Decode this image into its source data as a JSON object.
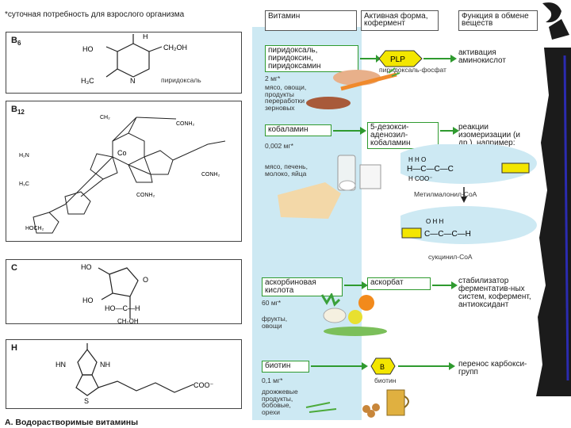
{
  "note": "*суточная потребность для взрослого организма",
  "headers": {
    "vitamin": "Витамин",
    "active_form": "Активная форма, кофермент",
    "function": "Функция в обмене веществ"
  },
  "b6": {
    "name": "B",
    "sub": "6",
    "chem_label": "пиридоксаль",
    "forms": "пиридоксаль, пиридоксин, пиридоксамин",
    "active": "PLP",
    "active_note": "пиридоксаль-фосфат",
    "dose": "2 мг*",
    "sources": "мясо, овощи, продукты переработки зерновых",
    "function": "активация аминокислот"
  },
  "b12": {
    "name": "B",
    "sub": "12",
    "form": "кобаламин",
    "active": "5-дезокси-аденозил-кобаламин",
    "dose": "0,002 мг*",
    "sources": "мясо, печень, молоко, яйца",
    "function": "реакции изомеризации (и др.), например:",
    "substrate": "Метилмалонил-CoA",
    "product": "сукцинил-CoA"
  },
  "c": {
    "name": "C",
    "form": "аскорбиновая кислота",
    "active": "аскорбат",
    "dose": "60 мг*",
    "sources": "фрукты, овощи",
    "function": "стабилизатор ферментатив-ных систем, кофермент, антиоксидант"
  },
  "h": {
    "name": "H",
    "form": "биотин",
    "active": "B",
    "active_note": "биотин",
    "dose": "0,1 мг*",
    "sources": "дрожжевые продукты, бобовые, орехи",
    "function": "перенос карбокси-групп"
  },
  "caption": "А. Водорастворимые витамины",
  "colors": {
    "green": "#2f9a2f",
    "yellow": "#f3e600",
    "blue": "#cde9f3",
    "dark": "#1b1b1b"
  }
}
